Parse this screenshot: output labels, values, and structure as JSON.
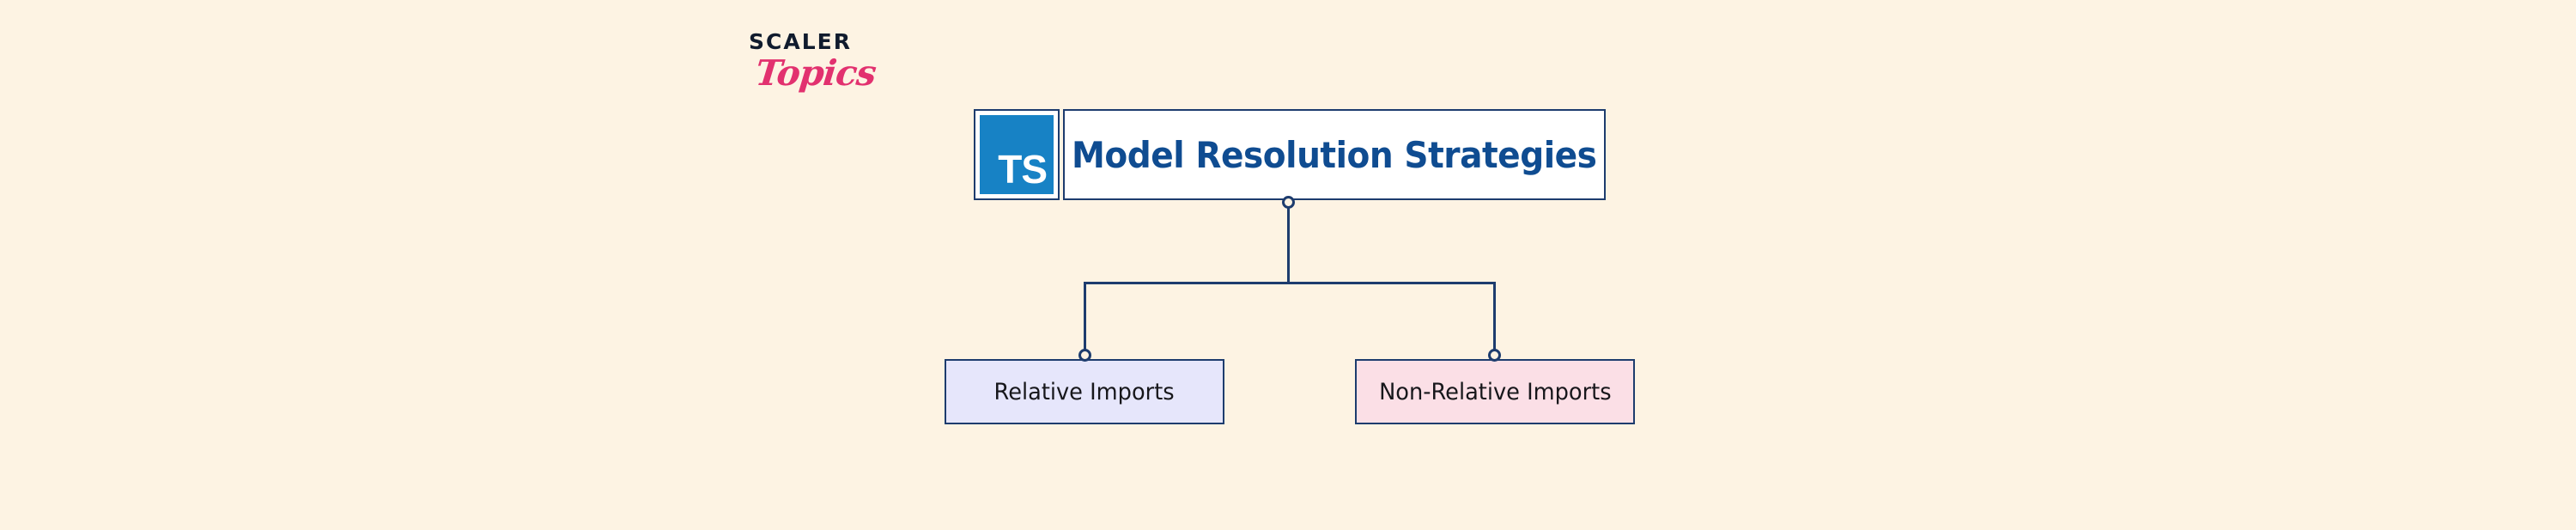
{
  "background_color": "#fdf3e3",
  "brand": {
    "name": "SCALER",
    "sub_name": "Topics",
    "name_color": "#101b2d",
    "sub_name_color": "#e2316f"
  },
  "diagram": {
    "type": "tree",
    "accent_color": "#1d3c6e",
    "root": {
      "icon_label": "TS",
      "icon_bg_color": "#1782c5",
      "icon_text_color": "#ffffff",
      "title": "Model Resolution Strategies",
      "title_color": "#0f4c91",
      "box_bg_color": "#ffffff",
      "border_color": "#1d3c6e"
    },
    "children": [
      {
        "label": "Relative Imports",
        "bg_color": "#e6e6fb",
        "border_color": "#1d3c6e",
        "text_color": "#17171b"
      },
      {
        "label": "Non-Relative Imports",
        "bg_color": "#fbdfe6",
        "border_color": "#1d3c6e",
        "text_color": "#17171b"
      }
    ]
  }
}
